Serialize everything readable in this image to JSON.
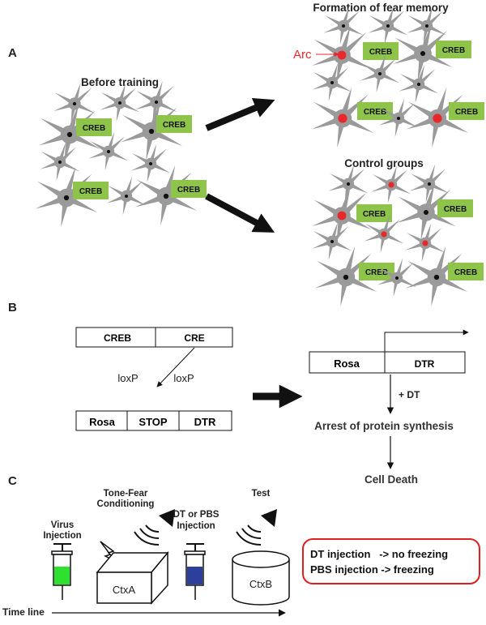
{
  "panel_labels": {
    "a": "A",
    "b": "B",
    "c": "C"
  },
  "panel_a": {
    "before_title": "Before training",
    "fear_title": "Formation of fear memory",
    "control_title": "Control groups",
    "arc_label": "Arc",
    "creb_label": "CREB",
    "colors": {
      "neuron": "#9a9a9a",
      "creb_box": "#8ec44a",
      "arc": "#e8282a",
      "nucleus": "#111111"
    }
  },
  "panel_b": {
    "construct1_left": "CREB",
    "construct1_right": "CRE",
    "loxp_left": "loxP",
    "loxp_right": "loxP",
    "construct2_a": "Rosa",
    "construct2_b": "STOP",
    "construct2_c": "DTR",
    "construct3_a": "Rosa",
    "construct3_b": "DTR",
    "dt_label": "+ DT",
    "arrest_label": "Arrest of protein synthesis",
    "death_label": "Cell Death"
  },
  "panel_c": {
    "virus_label_1": "Virus",
    "virus_label_2": "Injection",
    "tone_label_1": "Tone-Fear",
    "tone_label_2": "Conditioning",
    "dt_pbs_label_1": "DT or PBS",
    "dt_pbs_label_2": "Injection",
    "test_label": "Test",
    "ctxa_label": "CtxA",
    "ctxb_label": "CtxB",
    "result_line_1": "DT injection   -> no freezing",
    "result_line_2": "PBS injection -> freezing",
    "timeline_label": "Time line",
    "colors": {
      "virus_fluid": "#2fe02f",
      "dt_fluid": "#2c3f9a",
      "result_border": "#e02020"
    }
  }
}
